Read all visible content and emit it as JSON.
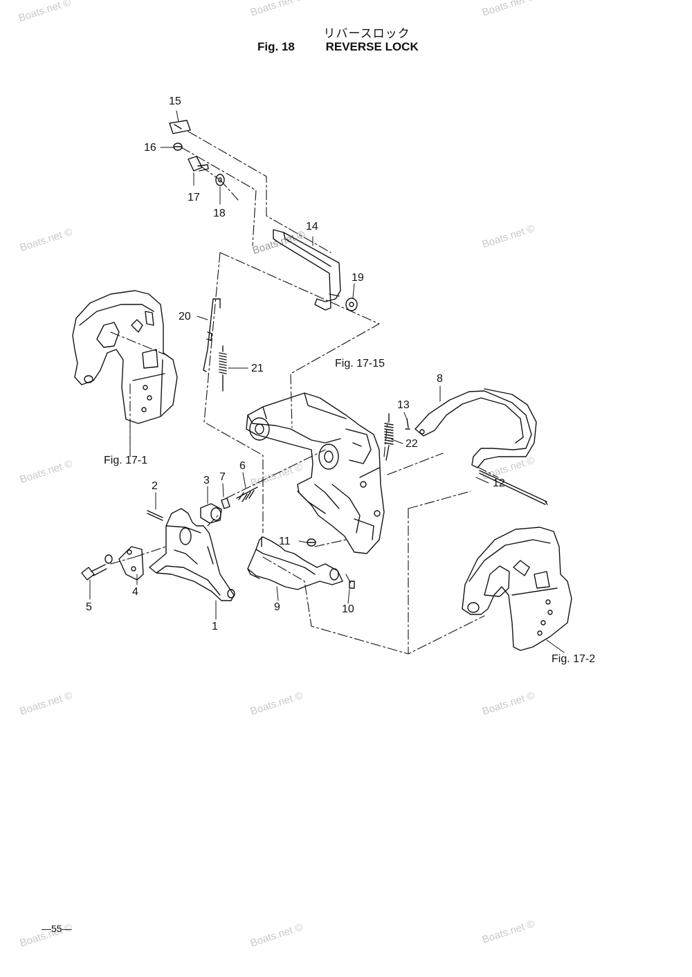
{
  "header": {
    "title_jp": "リバースロック",
    "fig_label": "Fig. 18",
    "title_en": "REVERSE LOCK"
  },
  "callouts": {
    "c1": "1",
    "c2": "2",
    "c3": "3",
    "c4": "4",
    "c5": "5",
    "c6": "6",
    "c7": "7",
    "c8": "8",
    "c9": "9",
    "c10": "10",
    "c11": "11",
    "c12": "12",
    "c13": "13",
    "c14": "14",
    "c15": "15",
    "c16": "16",
    "c17": "17",
    "c18": "18",
    "c19": "19",
    "c20": "20",
    "c21": "21",
    "c22": "22"
  },
  "figure_refs": {
    "ref_17_1": "Fig. 17-1",
    "ref_17_2": "Fig. 17-2",
    "ref_17_15": "Fig. 17-15"
  },
  "watermark": "Boats.net ©",
  "footer": {
    "page_number": "—55—"
  }
}
